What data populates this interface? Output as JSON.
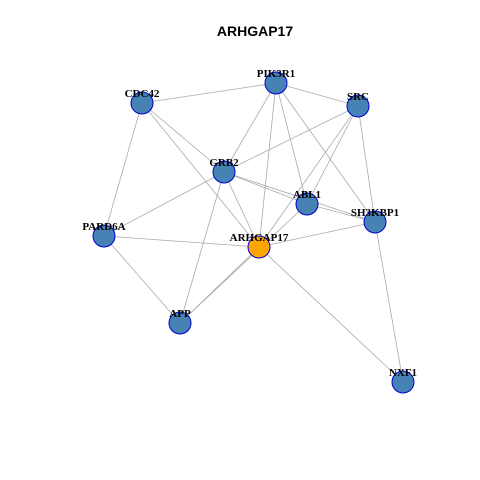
{
  "title": "ARHGAP17",
  "colors": {
    "center_node": "#FFA500",
    "node": "#4682B4",
    "node_border": "#0000CD",
    "edge": "#AAAAAA"
  },
  "nodes": [
    {
      "id": "PIK3R1",
      "label": "PIK3R1",
      "center": false
    },
    {
      "id": "CDC42",
      "label": "CDC42",
      "center": false
    },
    {
      "id": "SRC",
      "label": "SRC",
      "center": false
    },
    {
      "id": "GRB2",
      "label": "GRB2",
      "center": false
    },
    {
      "id": "ABL1",
      "label": "ABL1",
      "center": false
    },
    {
      "id": "SH3KBP1",
      "label": "SH3KBP1",
      "center": false
    },
    {
      "id": "PARD6A",
      "label": "PARD6A",
      "center": false
    },
    {
      "id": "ARHGAP17",
      "label": "ARHGAP17",
      "center": true
    },
    {
      "id": "APP",
      "label": "APP",
      "center": false
    },
    {
      "id": "NXF1",
      "label": "NXF1",
      "center": false
    }
  ],
  "edges": [
    [
      "CDC42",
      "PIK3R1"
    ],
    [
      "CDC42",
      "GRB2"
    ],
    [
      "CDC42",
      "ARHGAP17"
    ],
    [
      "CDC42",
      "PARD6A"
    ],
    [
      "PIK3R1",
      "SRC"
    ],
    [
      "PIK3R1",
      "GRB2"
    ],
    [
      "PIK3R1",
      "ABL1"
    ],
    [
      "PIK3R1",
      "SH3KBP1"
    ],
    [
      "PIK3R1",
      "ARHGAP17"
    ],
    [
      "SRC",
      "GRB2"
    ],
    [
      "SRC",
      "ABL1"
    ],
    [
      "SRC",
      "SH3KBP1"
    ],
    [
      "SRC",
      "ARHGAP17"
    ],
    [
      "GRB2",
      "ABL1"
    ],
    [
      "GRB2",
      "SH3KBP1"
    ],
    [
      "GRB2",
      "ARHGAP17"
    ],
    [
      "GRB2",
      "PARD6A"
    ],
    [
      "GRB2",
      "APP"
    ],
    [
      "ABL1",
      "SH3KBP1"
    ],
    [
      "ABL1",
      "APP"
    ],
    [
      "SH3KBP1",
      "ARHGAP17"
    ],
    [
      "SH3KBP1",
      "NXF1"
    ],
    [
      "PARD6A",
      "ARHGAP17"
    ],
    [
      "PARD6A",
      "APP"
    ],
    [
      "ARHGAP17",
      "APP"
    ],
    [
      "ARHGAP17",
      "NXF1"
    ]
  ]
}
